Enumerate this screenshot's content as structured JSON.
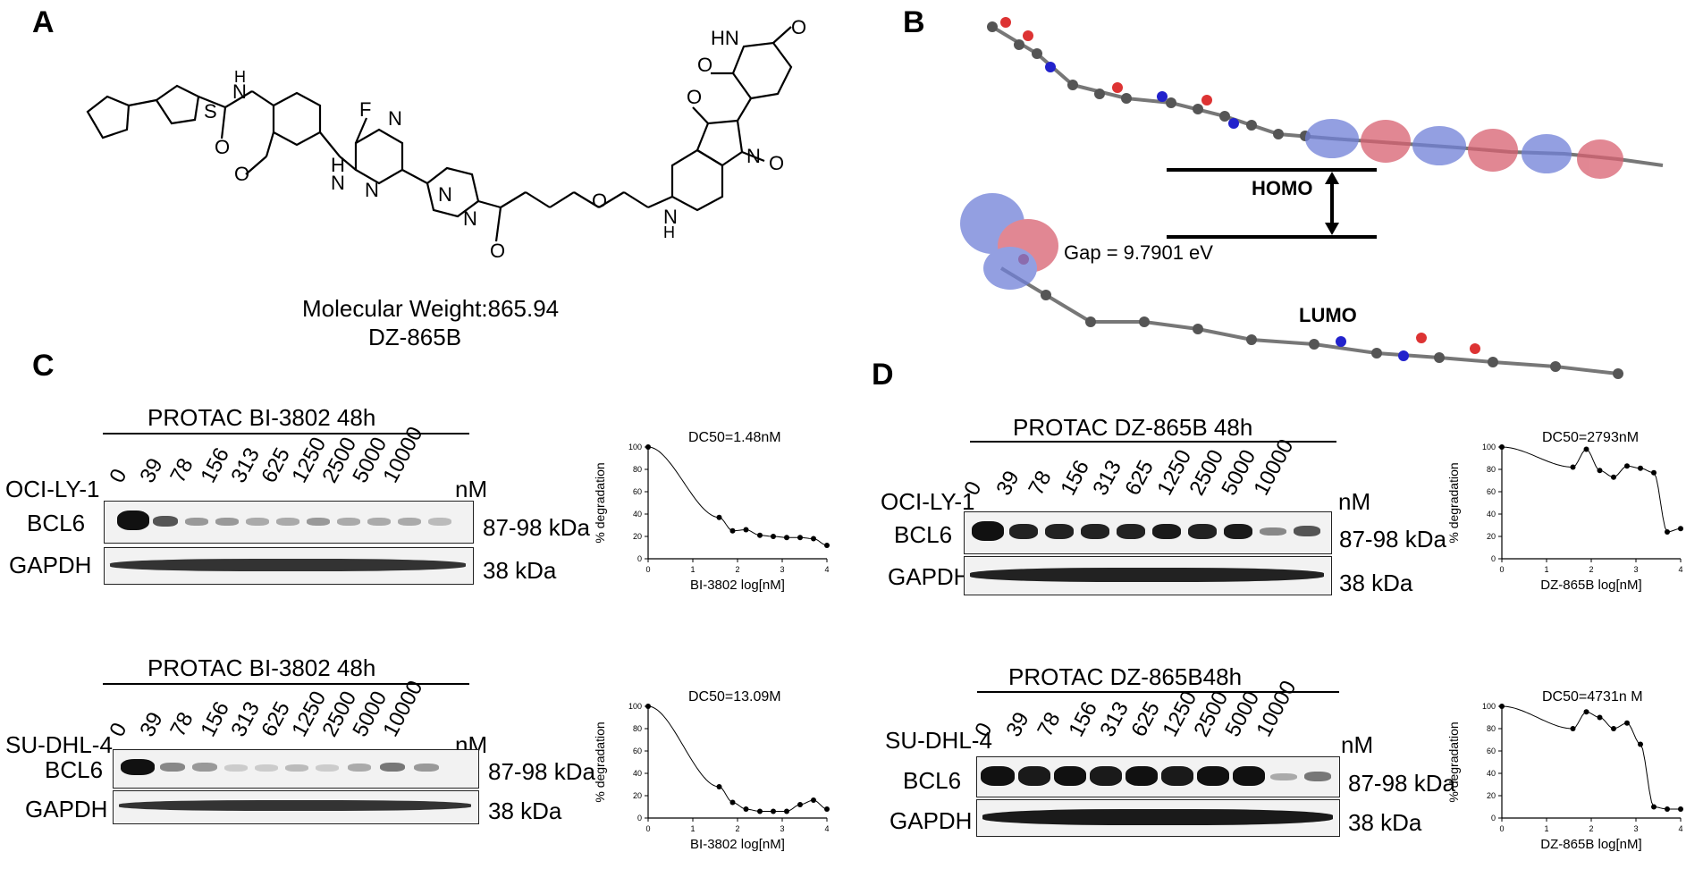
{
  "panels": {
    "a": "A",
    "b": "B",
    "c": "C",
    "d": "D"
  },
  "panel_a": {
    "mw": "Molecular Weight:865.94",
    "name": "DZ-865B"
  },
  "panel_b": {
    "homo": "HOMO",
    "lumo": "LUMO",
    "gap": "Gap = 9.7901 eV"
  },
  "panel_c": {
    "top": {
      "header": "PROTAC   BI-3802   48h",
      "cell_line": "OCI-LY-1"
    },
    "bottom": {
      "header": "PROTAC   BI-3802   48h",
      "cell_line": "SU-DHL-4"
    }
  },
  "panel_d": {
    "top": {
      "header": "PROTAC   DZ-865B 48h",
      "cell_line": "OCI-LY-1"
    },
    "bottom": {
      "header": "PROTAC   DZ-865B48h",
      "cell_line": "SU-DHL-4"
    }
  },
  "concentrations": [
    "0",
    "39",
    "78",
    "156",
    "313",
    "625",
    "1250",
    "2500",
    "5000",
    "10000"
  ],
  "unit": "nM",
  "blot_labels": {
    "bcl6": "BCL6",
    "gapdh": "GAPDH",
    "bcl6_kda": "87-98 kDa",
    "gapdh_kda": "38 kDa"
  },
  "colors": {
    "band": "#1a1a1a",
    "line": "#000000"
  },
  "chart_data": [
    {
      "type": "scatter",
      "dc50": "DC50=1.48nM",
      "xlabel": "BI-3802  log[nM]",
      "ylabel": "% degradation",
      "xlim": [
        0,
        4
      ],
      "ylim": [
        0,
        100
      ],
      "x": [
        0,
        1.59,
        1.89,
        2.19,
        2.5,
        2.8,
        3.1,
        3.4,
        3.7,
        4.0
      ],
      "y": [
        100,
        37,
        25,
        26,
        21,
        20,
        19,
        19,
        18,
        12
      ]
    },
    {
      "type": "scatter",
      "dc50": "DC50=13.09M",
      "xlabel": "BI-3802  log[nM]",
      "ylabel": "% degradation",
      "xlim": [
        0,
        4
      ],
      "ylim": [
        0,
        100
      ],
      "x": [
        0,
        1.59,
        1.89,
        2.19,
        2.5,
        2.8,
        3.1,
        3.4,
        3.7,
        4.0
      ],
      "y": [
        100,
        28,
        14,
        8,
        6,
        6,
        6,
        12,
        16,
        8
      ]
    },
    {
      "type": "scatter",
      "dc50": "DC50=2793nM",
      "xlabel": "DZ-865B  log[nM]",
      "ylabel": "% degradation",
      "xlim": [
        0,
        4
      ],
      "ylim": [
        0,
        100
      ],
      "x": [
        0,
        1.59,
        1.89,
        2.19,
        2.5,
        2.8,
        3.1,
        3.4,
        3.7,
        4.0
      ],
      "y": [
        100,
        82,
        98,
        79,
        73,
        83,
        81,
        77,
        24,
        27
      ]
    },
    {
      "type": "scatter",
      "dc50": "DC50=4731n M",
      "xlabel": "DZ-865B  log[nM]",
      "ylabel": "% degradation",
      "xlim": [
        0,
        4
      ],
      "ylim": [
        0,
        100
      ],
      "x": [
        0,
        1.59,
        1.89,
        2.19,
        2.5,
        2.8,
        3.1,
        3.4,
        3.7,
        4.0
      ],
      "y": [
        100,
        80,
        95,
        90,
        80,
        85,
        66,
        10,
        8,
        8
      ]
    }
  ]
}
